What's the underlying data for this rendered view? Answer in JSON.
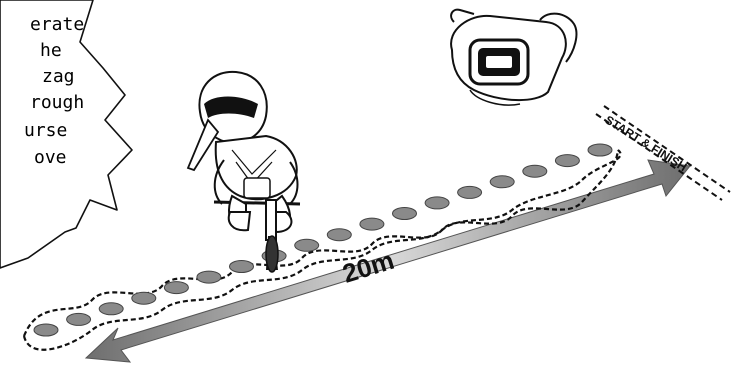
{
  "speech_bubble": {
    "lines": [
      "erate",
      "he",
      "zag",
      "rough",
      "urse",
      "ove"
    ]
  },
  "course": {
    "distance_label": "20m",
    "start_finish_label": "START & FINISH",
    "cone_count": 18
  },
  "icons": {
    "stopwatch": "stopwatch-icon",
    "rider": "rider-on-bike-icon",
    "arrow": "double-headed-arrow-icon"
  },
  "colors": {
    "line": "#111111",
    "cone_fill": "#8a8a8a",
    "arrow_fill": "#7a7a7a",
    "bubble_fill": "#ffffff"
  }
}
